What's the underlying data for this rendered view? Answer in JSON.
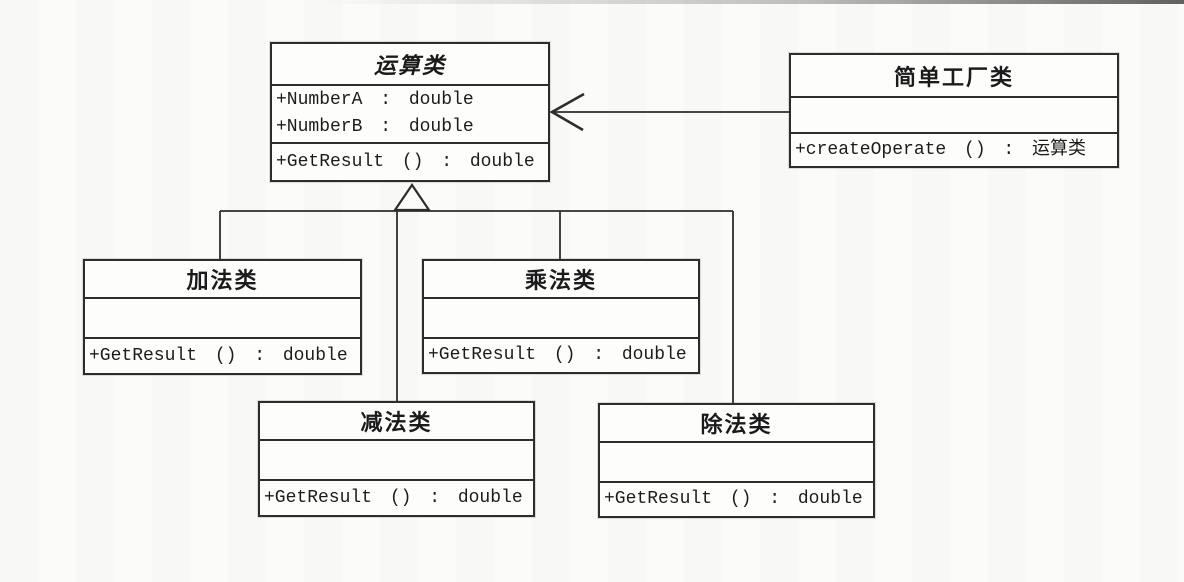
{
  "diagram": {
    "type": "uml-class-diagram",
    "classes": [
      {
        "name": "运算类",
        "abstract": true,
        "attributes": [
          "+NumberA : double",
          "+NumberB : double"
        ],
        "methods": [
          "+GetResult () : double"
        ]
      },
      {
        "name": "简单工厂类",
        "abstract": false,
        "attributes": [],
        "methods": [
          "+createOperate () : 运算类"
        ]
      },
      {
        "name": "加法类",
        "abstract": false,
        "attributes": [],
        "methods": [
          "+GetResult () : double"
        ]
      },
      {
        "name": "乘法类",
        "abstract": false,
        "attributes": [],
        "methods": [
          "+GetResult () : double"
        ]
      },
      {
        "name": "减法类",
        "abstract": false,
        "attributes": [],
        "methods": [
          "+GetResult () : double"
        ]
      },
      {
        "name": "除法类",
        "abstract": false,
        "attributes": [],
        "methods": [
          "+GetResult () : double"
        ]
      }
    ],
    "relations": [
      {
        "type": "generalization",
        "from": "加法类",
        "to": "运算类"
      },
      {
        "type": "generalization",
        "from": "乘法类",
        "to": "运算类"
      },
      {
        "type": "generalization",
        "from": "减法类",
        "to": "运算类"
      },
      {
        "type": "generalization",
        "from": "除法类",
        "to": "运算类"
      },
      {
        "type": "association-arrow",
        "from": "简单工厂类",
        "to": "运算类"
      }
    ],
    "line_color": "#2d2d2d",
    "background_color": "#fbfbfa"
  }
}
